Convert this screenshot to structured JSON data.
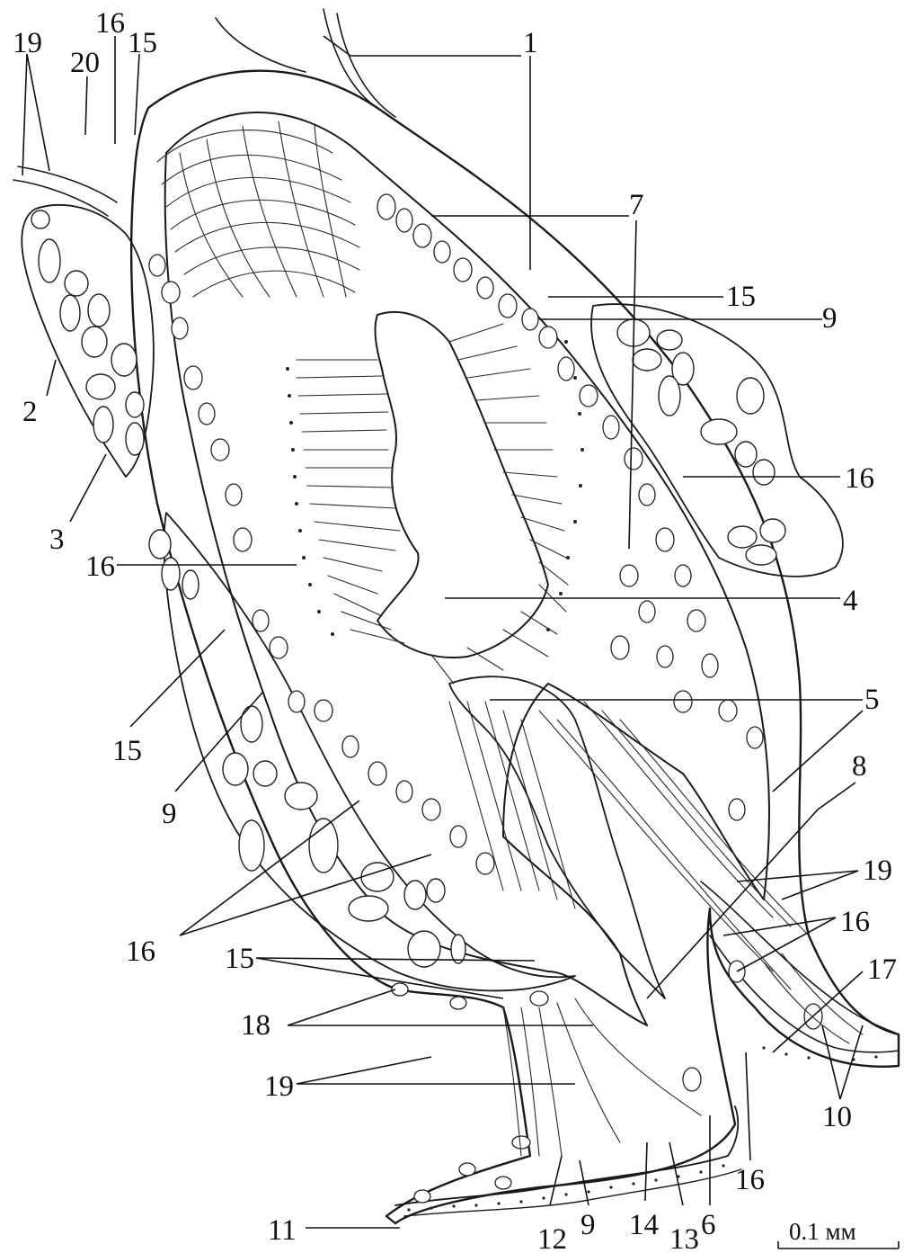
{
  "labels": {
    "l1": "1",
    "l2": "2",
    "l3": "3",
    "l4": "4",
    "l5": "5",
    "l6": "6",
    "l7": "7",
    "l8": "8",
    "l9": "9",
    "l10": "10",
    "l11": "11",
    "l12": "12",
    "l13": "13",
    "l14": "14",
    "l15": "15",
    "l16": "16",
    "l17": "17",
    "l18": "18",
    "l19": "19",
    "l20": "20"
  },
  "scale_bar": "0.1 мм"
}
